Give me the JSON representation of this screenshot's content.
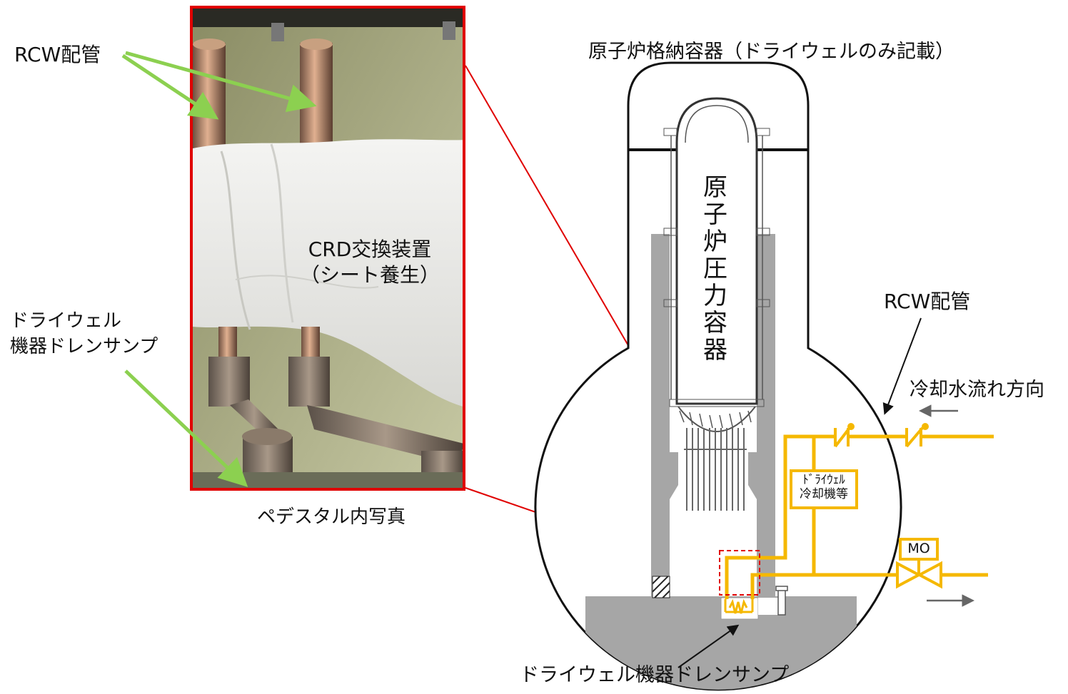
{
  "photo": {
    "caption_line1": "CRD交換装置",
    "caption_line2": "（シート養生）",
    "title": "ペデスタル内写真"
  },
  "labels": {
    "rcw_left": "RCW配管",
    "sump_left_line1": "ドライウェル",
    "sump_left_line2": "機器ドレンサンプ",
    "pcv_title": "原子炉格納容器（ドライウェルのみ記載）",
    "rpv": "原子炉圧力容器",
    "rcw_right": "RCW配管",
    "flow_direction": "冷却水流れ方向",
    "cooler_line1": "ﾄﾞﾗｲｳｪﾙ",
    "cooler_line2": "冷却機等",
    "valve_mo": "MO",
    "sump_bottom": "ドライウェル機器ドレンサンプ"
  },
  "colors": {
    "photo_border": "#e00000",
    "pipe_yellow": "#f5b800",
    "arrow_green": "#8cd050",
    "pedestal_gray": "#a6a6a6",
    "leader_red": "#e00000"
  }
}
